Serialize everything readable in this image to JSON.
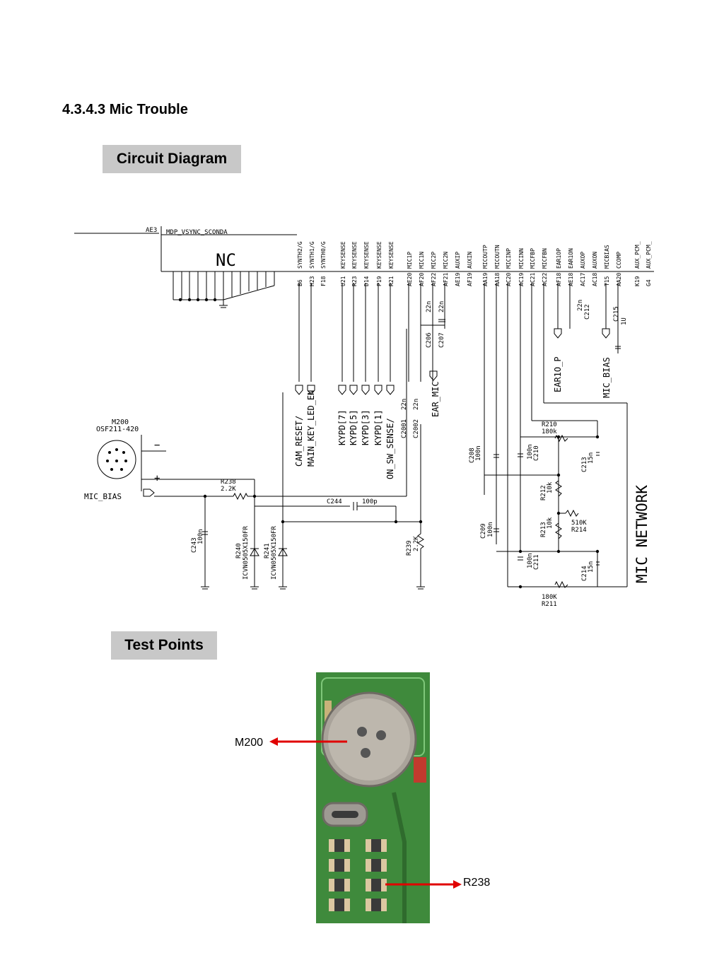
{
  "heading": "4.3.4.3 Mic Trouble",
  "labels": {
    "circuit": "Circuit Diagram",
    "test_points": "Test Points"
  },
  "schematic": {
    "ae3": "AE3",
    "vsync": "MDP_VSYNC_SCONDA",
    "nc": "NC",
    "top_pins": [
      {
        "name": "SYNTH2/G",
        "ball": "B6"
      },
      {
        "name": "SYNTH1/G",
        "ball": "H23"
      },
      {
        "name": "SYNTH0/G",
        "ball": "F18"
      },
      {
        "name": "KEYSENSE",
        "ball": "U21"
      },
      {
        "name": "KEYSENSE",
        "ball": "R23"
      },
      {
        "name": "KEYSENSE",
        "ball": "D14"
      },
      {
        "name": "KEYSENSE",
        "ball": "P19"
      },
      {
        "name": "KEYSENSE",
        "ball": "R21"
      },
      {
        "name": "MIC1P",
        "ball": "AE20"
      },
      {
        "name": "MIC1N",
        "ball": "AF20"
      },
      {
        "name": "MIC2P",
        "ball": "AF22"
      },
      {
        "name": "MIC2N",
        "ball": "AF21"
      },
      {
        "name": "AUXIP",
        "ball": "AE19"
      },
      {
        "name": "AUXIN",
        "ball": "AF19"
      },
      {
        "name": "MICOUTP",
        "ball": "AA19"
      },
      {
        "name": "MICOUTN",
        "ball": "AA18"
      },
      {
        "name": "MICINP",
        "ball": "AC20"
      },
      {
        "name": "MICINN",
        "ball": "AC19"
      },
      {
        "name": "MICFBP",
        "ball": "AC21"
      },
      {
        "name": "MICFBN",
        "ball": "AC22"
      },
      {
        "name": "EAR1OP",
        "ball": "AF18"
      },
      {
        "name": "EAR1ON",
        "ball": "AE18"
      },
      {
        "name": "AUXOP",
        "ball": "AC17"
      },
      {
        "name": "AUXON",
        "ball": "AC18"
      },
      {
        "name": "MICBIAS",
        "ball": "T15"
      },
      {
        "name": "CCOMP",
        "ball": "AA20"
      },
      {
        "name": "AUX_PCM_",
        "ball": "K19"
      },
      {
        "name": "AUX_PCM_",
        "ball": "G4"
      }
    ],
    "nets": [
      "CAM_RESET/",
      "MAIN_KEY_LED_EN",
      "KYPD[7]",
      "KYPD[5]",
      "KYPD[3]",
      "KYPD[1]",
      "ON_SW_SENSE/",
      "EAR_MIC",
      "EAR1O_P",
      "MIC_BIAS"
    ],
    "c206": {
      "ref": "C206",
      "val": "22n"
    },
    "c207": {
      "ref": "C207",
      "val": "22n"
    },
    "c212": {
      "ref": "C212",
      "val": "22n"
    },
    "c215": {
      "ref": "C215",
      "val": "1U"
    },
    "c2001": {
      "ref": "C2001",
      "val": "22n"
    },
    "c2002": {
      "ref": "C2002",
      "val": "22n"
    },
    "m200": {
      "ref": "M200",
      "part": "OSF211-420"
    },
    "mic_bias_in": "MIC_BIAS",
    "r238": {
      "ref": "R238",
      "val": "2.2K"
    },
    "c244": {
      "ref": "C244",
      "val": "100p"
    },
    "c243": {
      "ref": "C243",
      "val": "100n"
    },
    "r240": {
      "ref": "R240",
      "part": "ICVN0505X150FR"
    },
    "r241": {
      "ref": "R241",
      "part": "ICVN0505X150FR"
    },
    "r239": {
      "ref": "R239",
      "val": "2.2K"
    },
    "c208": {
      "ref": "C208",
      "val": "100n"
    },
    "c209": {
      "ref": "C209",
      "val": "100n"
    },
    "c210": {
      "ref": "C210",
      "val": "100n"
    },
    "c211": {
      "ref": "C211",
      "val": "100n"
    },
    "c213": {
      "ref": "C213",
      "val": "15n"
    },
    "c214": {
      "ref": "C214",
      "val": "15n"
    },
    "r210": {
      "ref": "R210",
      "val": "180k"
    },
    "r211": {
      "ref": "R211",
      "val": "180K"
    },
    "r212": {
      "ref": "R212",
      "val": "10k"
    },
    "r213": {
      "ref": "R213",
      "val": "10k"
    },
    "r214": {
      "ref": "R214",
      "val": "510K"
    },
    "mic_network": "MIC NETWORK"
  },
  "callouts": {
    "m200": "M200",
    "r238": "R238"
  },
  "colors": {
    "label_bg": "#c8c8c8",
    "arrow": "#e00000",
    "pcb": "#3f8a3c",
    "wire": "#000000"
  }
}
